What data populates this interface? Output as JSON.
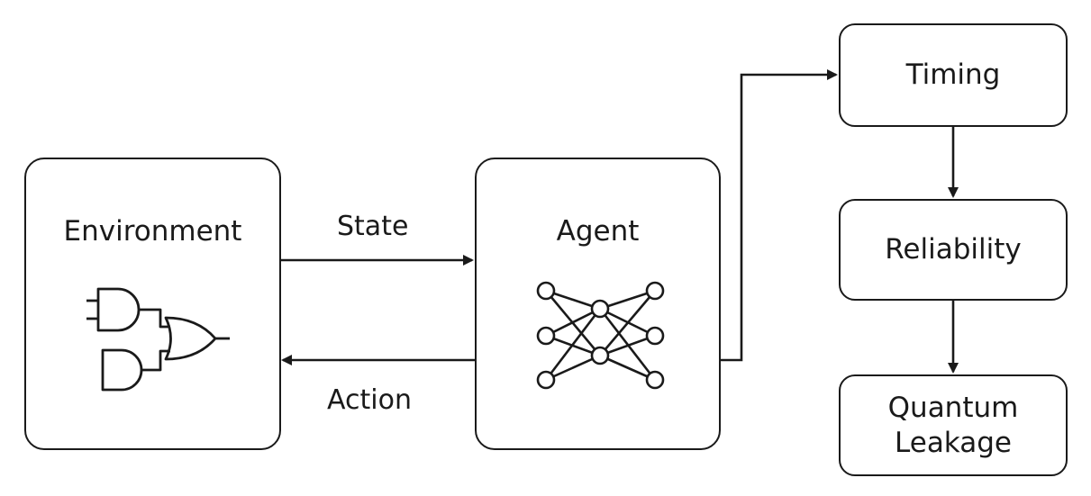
{
  "nodes": {
    "environment": "Environment",
    "agent": "Agent",
    "timing": "Timing",
    "reliability": "Reliability",
    "quantum_leakage": [
      "Quantum",
      "Leakage"
    ]
  },
  "edges": {
    "state": "State",
    "action": "Action"
  },
  "icons": {
    "environment": "logic-gate-circuit-icon",
    "agent": "neural-network-icon"
  },
  "colors": {
    "stroke": "#1a1a1a",
    "background": "#ffffff"
  }
}
